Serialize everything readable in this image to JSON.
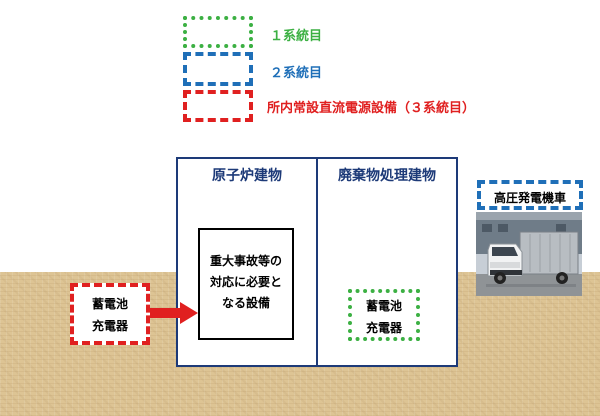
{
  "legend": {
    "items": [
      {
        "label": "１系統目",
        "color": "#3cb043",
        "style": "dotted"
      },
      {
        "label": "２系統目",
        "color": "#1f6fb8",
        "style": "dashed"
      },
      {
        "label": "所内常設直流電源設備（３系統目）",
        "color": "#e02020",
        "style": "dashed"
      }
    ]
  },
  "buildings": {
    "reactor": {
      "title": "原子炉建物"
    },
    "waste": {
      "title": "廃棄物処理建物"
    }
  },
  "equipment": {
    "lines": [
      "重大事故等の",
      "対応に必要と",
      "なる設備"
    ]
  },
  "battery_red": {
    "lines": [
      "蓄電池",
      "充電器"
    ]
  },
  "battery_green": {
    "lines": [
      "蓄電池",
      "充電器"
    ]
  },
  "truck": {
    "label": "高圧発電機車",
    "icon": "power-generator-truck-photo"
  },
  "colors": {
    "ground": "#ddc494",
    "building_border": "#1d3a78",
    "arrow": "#e02020"
  }
}
